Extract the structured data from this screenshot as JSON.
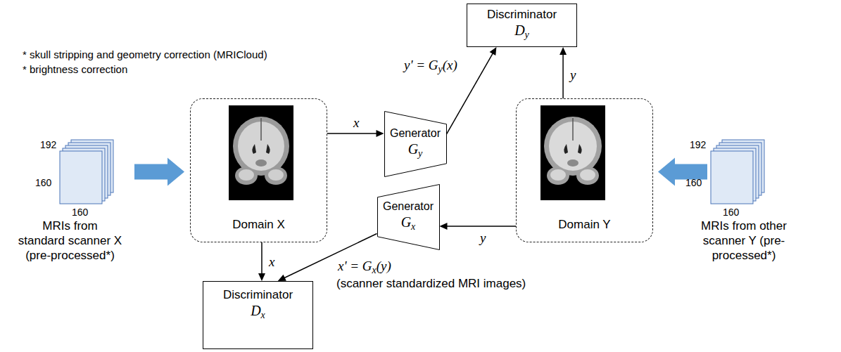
{
  "diagram": {
    "nodes": [
      {
        "text": [
          "Discriminator",
          "D",
          "y"
        ]
      },
      {
        "text": [
          "MRIs from standard scanner X (pre-processed*)"
        ]
      },
      {
        "text": [
          "Domain X"
        ]
      },
      {
        "text": [
          "Generator",
          "G",
          "y"
        ]
      },
      {
        "text": [
          "Generator",
          "G",
          "x"
        ]
      },
      {
        "text": [
          "Domain Y"
        ]
      },
      {
        "text": [
          "MRIs from other scanner Y (pre-processed*)"
        ]
      },
      {
        "text": [
          "Discriminator",
          "D",
          "x"
        ]
      }
    ],
    "edges": [
      {
        "from": 1,
        "to": 2,
        "arrow": "to"
      },
      {
        "from": 2,
        "to": 3,
        "arrow": "to",
        "label": "x"
      },
      {
        "from": 3,
        "to": 0,
        "arrow": "to",
        "label": "y' = Gy(x)"
      },
      {
        "from": 5,
        "to": 0,
        "arrow": "to",
        "label": "y"
      },
      {
        "from": 5,
        "to": 4,
        "arrow": "to",
        "label": "y"
      },
      {
        "from": 4,
        "to": 7,
        "arrow": "to",
        "label": "x' = Gx(y)"
      },
      {
        "from": 2,
        "to": 7,
        "arrow": "to",
        "label": "x"
      },
      {
        "from": 6,
        "to": 5,
        "arrow": "to"
      }
    ],
    "labels": [
      "* skull stripping and geometry correction (MRICloud)",
      "* brightness correction",
      "192",
      "160",
      "160",
      "192",
      "160",
      "160",
      "(scanner standardized MRI images)"
    ]
  }
}
